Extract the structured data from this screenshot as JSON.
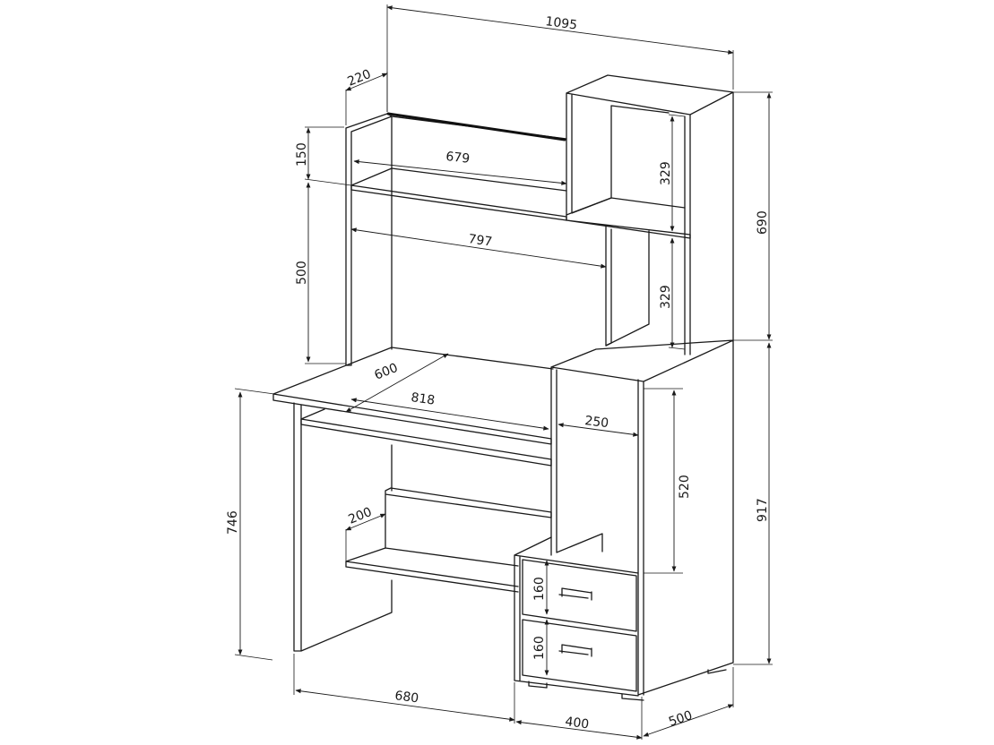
{
  "dimensions": {
    "overall_width": "1095",
    "top_shelf_depth": "220",
    "upper_height": "150",
    "shelf_width": "679",
    "cabinet_shelf_height_top": "329",
    "tower_height": "690",
    "middle_width": "797",
    "upper_section_height": "500",
    "cabinet_shelf_height_bottom": "329",
    "desk_depth": "600",
    "desk_width": "818",
    "pedestal_width": "250",
    "pedestal_height": "520",
    "lower_height": "917",
    "leg_height": "746",
    "bottom_shelf_depth": "200",
    "drawer_height_top": "160",
    "drawer_height_bottom": "160",
    "base_width": "680",
    "drawer_unit_width": "400",
    "unit_depth": "500"
  },
  "colors": {
    "line": "#1a1a1a",
    "background": "#ffffff"
  }
}
